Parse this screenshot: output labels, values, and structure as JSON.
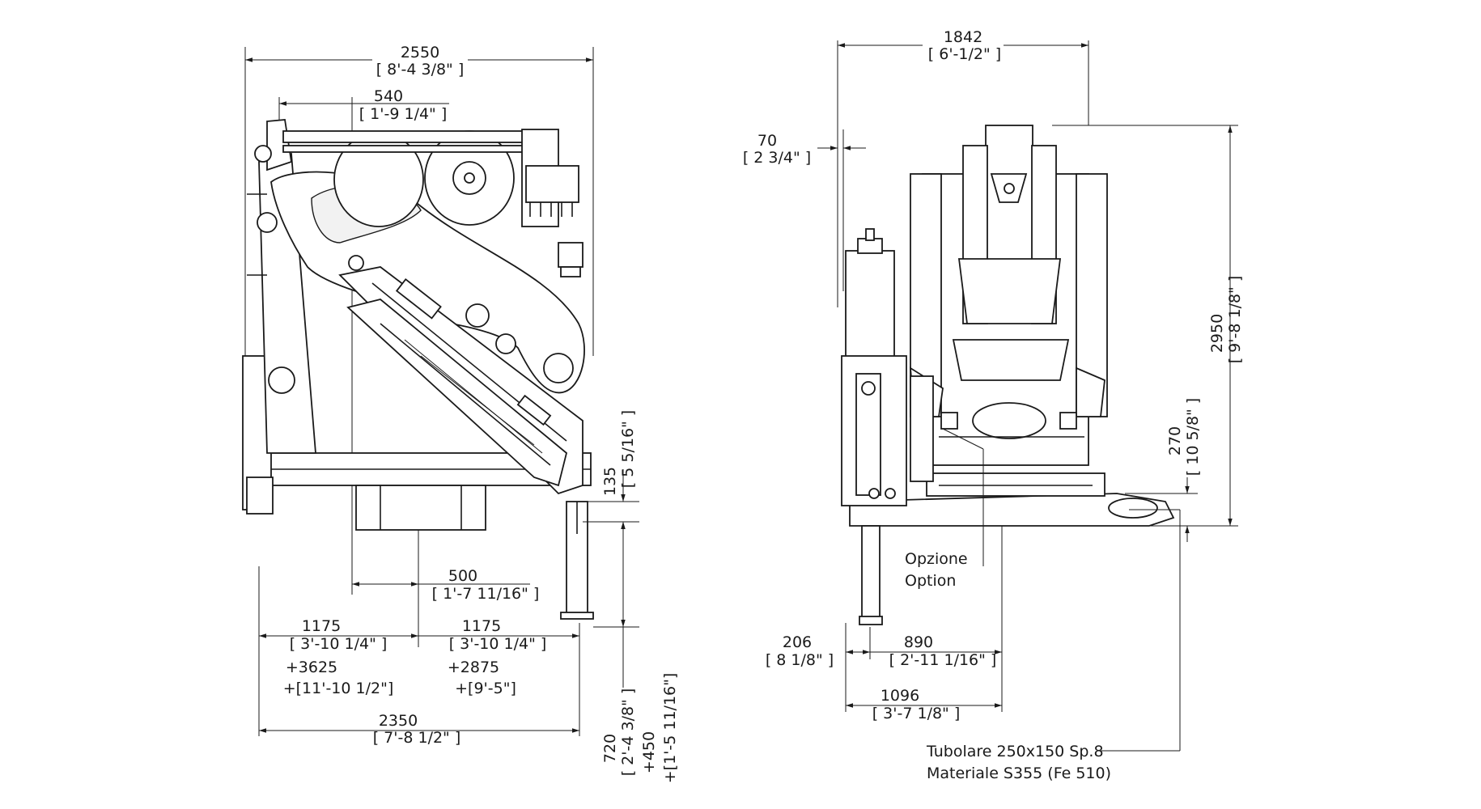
{
  "side_view": {
    "width_overall": {
      "value": "2550",
      "imperial": "[ 8'-4 3/8\" ]"
    },
    "boom_offset": {
      "value": "540",
      "imperial": "[ 1'-9 1/4\" ]"
    },
    "pad_height": {
      "value": "135",
      "imperial": "[ 5 5/16\" ]"
    },
    "cylinder_offset": {
      "value": "500",
      "imperial": "[ 1'-7 11/16\" ]"
    },
    "stab_left": {
      "value": "1175",
      "imperial": "[ 3'-10 1/4\" ]",
      "ext": "+3625",
      "ext_imperial": "+[11'-10 1/2\"]"
    },
    "stab_right": {
      "value": "1175",
      "imperial": "[ 3'-10 1/4\" ]",
      "ext": "+2875",
      "ext_imperial": "+[9'-5\"]"
    },
    "base_width": {
      "value": "2350",
      "imperial": "[ 7'-8 1/2\" ]"
    },
    "stab_depth": {
      "value": "720",
      "imperial": "[ 2'-4 3/8\" ]",
      "ext": "+450",
      "ext_imperial": "+[1'-5 11/16\"]"
    }
  },
  "front_view": {
    "width_overall": {
      "value": "1842",
      "imperial": "[ 6'-1/2\" ]"
    },
    "small_offset": {
      "value": "70",
      "imperial": "[ 2 3/4\" ]"
    },
    "height_overall": {
      "value": "2950",
      "imperial": "[ 9'-8 1/8\" ]"
    },
    "base_height": {
      "value": "270",
      "imperial": "[ 10 5/8\" ]"
    },
    "option_label_it": "Opzione",
    "option_label_en": "Option",
    "leg_offset": {
      "value": "206",
      "imperial": "[ 8 1/8\" ]"
    },
    "leg_spacing": {
      "value": "890",
      "imperial": "[ 2'-11 1/16\" ]"
    },
    "leg_total": {
      "value": "1096",
      "imperial": "[ 3'-7 1/8\" ]"
    },
    "tube_note": "Tubolare 250x150 Sp.8",
    "material_note": "Materiale S355 (Fe 510)"
  }
}
